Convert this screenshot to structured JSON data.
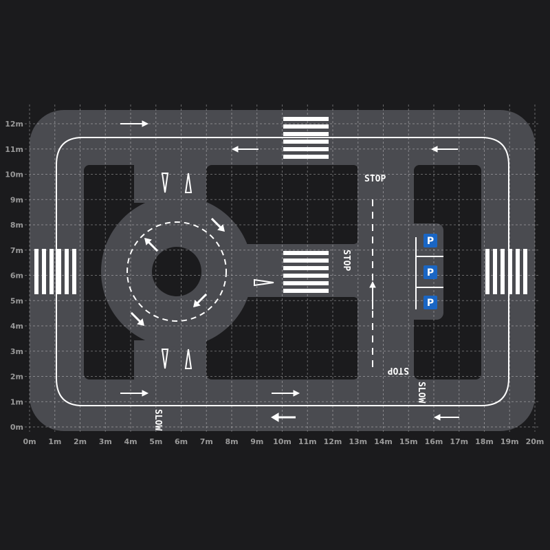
{
  "colors": {
    "background": "#1b1b1d",
    "road": "#4a4b50",
    "marking": "#ffffff",
    "parking_badge": "#1a66c4",
    "grid": "#ffffff"
  },
  "units": {
    "meter_suffix": "m"
  },
  "x_axis_labels": [
    "0m",
    "1m",
    "2m",
    "3m",
    "4m",
    "5m",
    "6m",
    "7m",
    "8m",
    "9m",
    "10m",
    "11m",
    "12m",
    "13m",
    "14m",
    "15m",
    "16m",
    "17m",
    "18m",
    "19m",
    "20m"
  ],
  "y_axis_labels": [
    "0m",
    "1m",
    "2m",
    "3m",
    "4m",
    "5m",
    "6m",
    "7m",
    "8m",
    "9m",
    "10m",
    "11m",
    "12m"
  ],
  "road_text": {
    "stop_top": "STOP",
    "stop_middle": "STOP",
    "stop_lower": "STOP",
    "slow_right": "SLOW",
    "slow_bottom": "SLOW"
  },
  "parking": {
    "label": "P",
    "spot_count": 3
  },
  "features": {
    "roundabout": true,
    "crosswalks": 4,
    "grid": true,
    "arrow_icons": [
      "straight-or-left-arrow-icon",
      "left-arrow-icon",
      "roundabout-arrow-icon",
      "yield-triangle-icon",
      "bottom-left-arrow-icon"
    ]
  }
}
